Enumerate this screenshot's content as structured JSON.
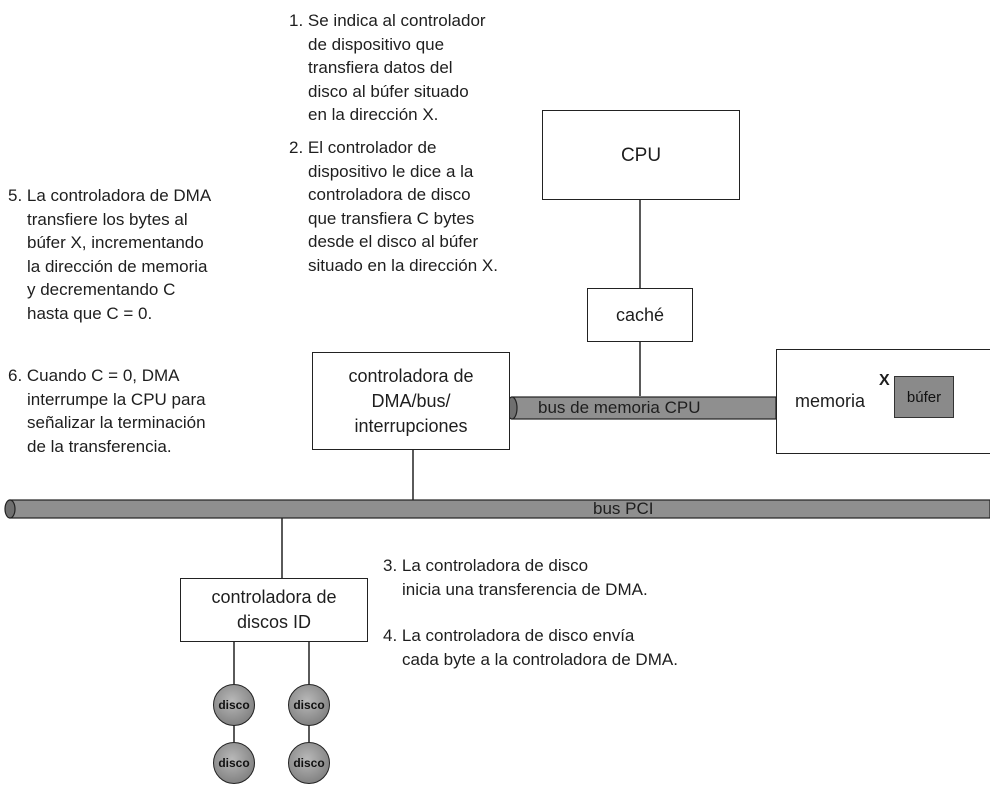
{
  "steps": {
    "s1": [
      "1. Se indica al controlador",
      "de dispositivo que",
      "transfiera datos del",
      "disco al búfer situado",
      "en la dirección X."
    ],
    "s2": [
      "2. El controlador de",
      "dispositivo le dice a la",
      "controladora de disco",
      "que transfiera C bytes",
      "desde el disco al búfer",
      "situado en la dirección X."
    ],
    "s3": [
      "3. La controladora de disco",
      "inicia una transferencia de DMA."
    ],
    "s4": [
      "4. La controladora de disco envía",
      "cada byte a la controladora de DMA."
    ],
    "s5": [
      "5. La controladora de DMA",
      "transfiere los bytes al",
      "búfer X, incrementando",
      "la dirección de memoria",
      "y decrementando C",
      "hasta que C = 0."
    ],
    "s6": [
      "6. Cuando C = 0, DMA",
      "interrumpe la CPU para",
      "señalizar la terminación",
      "de la transferencia."
    ]
  },
  "boxes": {
    "cpu": "CPU",
    "cache": "caché",
    "dma": "controladora de\nDMA/bus/\ninterrupciones",
    "memory": "memoria",
    "ide": "controladora de\ndiscos ID"
  },
  "buses": {
    "memory_bus": "bus de memoria CPU",
    "pci_bus": "bus PCI"
  },
  "buffer": {
    "marker": "X",
    "label": "búfer"
  },
  "disks": [
    "disco",
    "disco",
    "disco",
    "disco"
  ],
  "colors": {
    "bus_fill": "#8f8f8f",
    "bus_dark": "#5a5a5a",
    "buffer_fill": "#8a8a8a"
  }
}
